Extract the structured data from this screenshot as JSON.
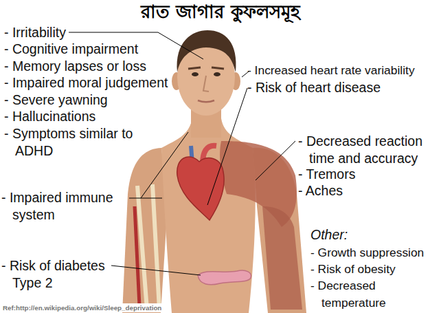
{
  "diagram": {
    "title": "রাত জাগার কুফলসমূহ",
    "labels": [
      "- Irritability",
      "- Cognitive impairment",
      "- Memory lapses or loss",
      "- Impaired moral judgement",
      "- Severe yawning",
      "- Hallucinations",
      "- Symptoms similar to ADHD",
      "- Impaired immune system",
      "- Risk of diabetes Type 2",
      "- Increased heart rate variability",
      "- Risk of heart disease",
      "- Decreased reaction time and accuracy",
      "- Tremors",
      "- Aches",
      "Other:",
      "- Growth suppression",
      "- Risk of obesity",
      "- Decreased temperature",
      "Ref:http://en.wikipedia.org/wiki/Sleep_deprivation"
    ]
  }
}
